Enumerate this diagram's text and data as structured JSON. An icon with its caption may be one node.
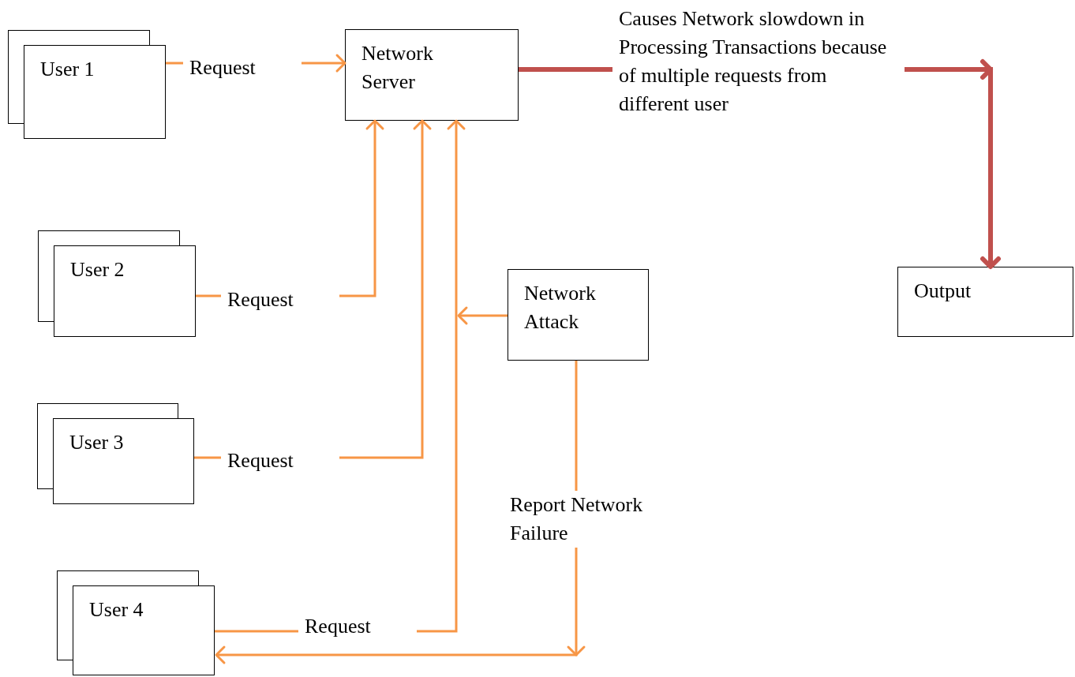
{
  "diagram": {
    "nodes": [
      {
        "text": [
          "User 1"
        ]
      },
      {
        "text": [
          "Network Server"
        ]
      },
      {
        "text": [
          "Output"
        ]
      },
      {
        "text": [
          "User 2"
        ]
      },
      {
        "text": [
          "Network Attack"
        ]
      },
      {
        "text": [
          "User 3"
        ]
      },
      {
        "text": [
          "User 4"
        ]
      }
    ],
    "edges": [
      {
        "from": 0,
        "to": 1,
        "arrow": "to",
        "label": "Request"
      },
      {
        "from": 3,
        "to": 1,
        "arrow": "to",
        "label": "Request"
      },
      {
        "from": 5,
        "to": 1,
        "arrow": "to",
        "label": "Request"
      },
      {
        "from": 6,
        "to": 1,
        "arrow": "to",
        "label": "Request"
      },
      {
        "from": 4,
        "to": 1,
        "arrow": "to"
      },
      {
        "from": 4,
        "to": 6,
        "arrow": "to",
        "label": "Report Network Failure"
      },
      {
        "from": 1,
        "to": 2,
        "arrow": "to",
        "label": "Causes Network slowdown in Processing Transactions because of multiple requests from different user",
        "style": "thick",
        "color": "#c0504d"
      }
    ]
  }
}
